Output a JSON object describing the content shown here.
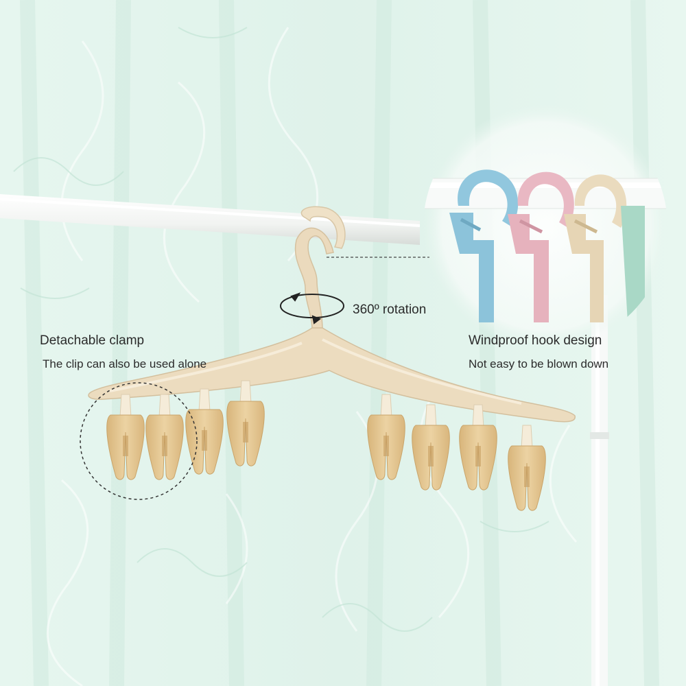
{
  "annotations": {
    "rotation_label": "360º rotation",
    "left_title": "Detachable clamp",
    "left_subtitle": "The clip can also be used alone",
    "right_title": "Windproof hook design",
    "right_subtitle": "Not easy to be blown down"
  },
  "colors": {
    "background_curtain": "#dff3ea",
    "hanger_beige": "#ecdcbf",
    "clip_tan": "#e3c48f",
    "hook_blue": "#8fc6dc",
    "hook_pink": "#e8b5c0",
    "rail_white": "#f6f8f6"
  },
  "objects": {
    "rail": "clothes-rail",
    "hanger": "multi-clip-hanger",
    "clip_count": 8,
    "inset_hook_colors": [
      "blue",
      "pink",
      "beige",
      "green"
    ]
  }
}
